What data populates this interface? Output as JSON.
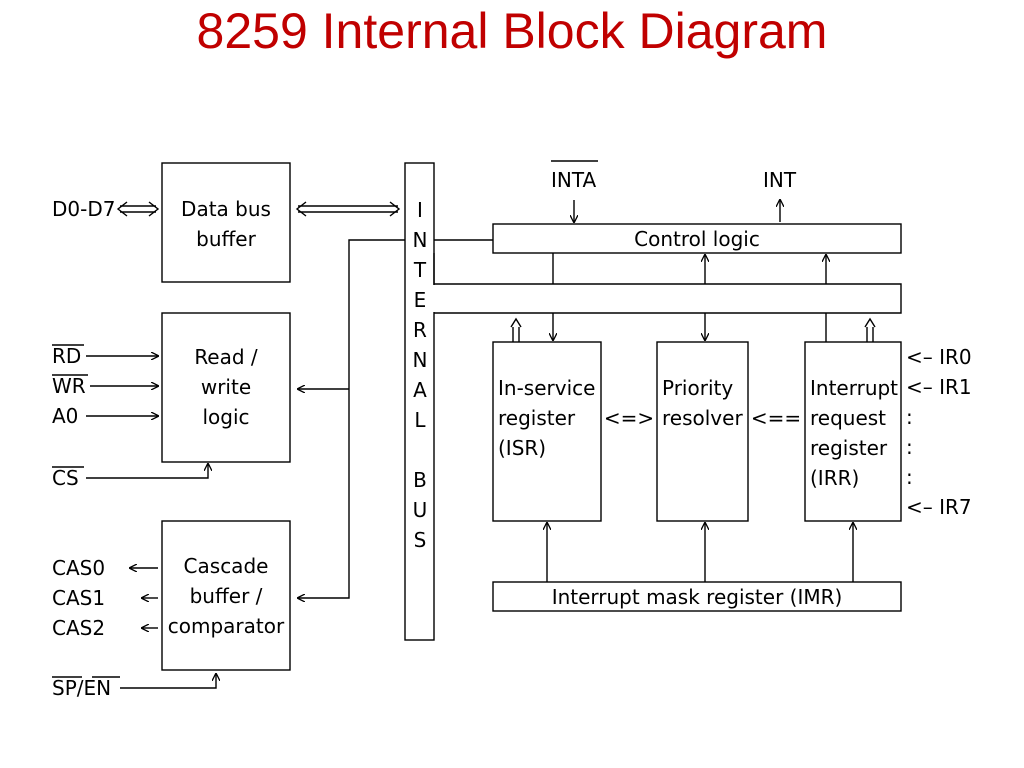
{
  "title": "8259 Internal Block Diagram",
  "colors": {
    "title": "#c00000",
    "line": "#000000",
    "background": "#ffffff"
  },
  "blocks": {
    "data_bus_buffer": [
      "Data bus",
      "buffer"
    ],
    "read_write_logic": [
      "Read /",
      "write",
      "logic"
    ],
    "cascade_buffer": [
      "Cascade",
      "buffer /",
      "comparator"
    ],
    "internal_bus": [
      "I",
      "N",
      "T",
      "E",
      "R",
      "N",
      "A",
      "L",
      "B",
      "U",
      "S"
    ],
    "control_logic": "Control logic",
    "isr": [
      "In-service",
      "register",
      "(ISR)"
    ],
    "priority_resolver": [
      "Priority",
      "resolver"
    ],
    "irr": [
      "Interrupt",
      "request",
      "register",
      "(IRR)"
    ],
    "imr": "Interrupt mask register (IMR)"
  },
  "connectors": {
    "isr_to_resolver": "<=>",
    "irr_to_resolver": "<=="
  },
  "signals": {
    "data": "D0-D7",
    "rd": "RD",
    "wr": "WR",
    "a0": "A0",
    "cs": "CS",
    "cas0": "CAS0",
    "cas1": "CAS1",
    "cas2": "CAS2",
    "sp_en": "SP/EN",
    "inta": "INTA",
    "int": "INT",
    "ir_lines": [
      "<– IR0",
      "<– IR1",
      ":",
      ":",
      ":",
      "<– IR7"
    ]
  }
}
